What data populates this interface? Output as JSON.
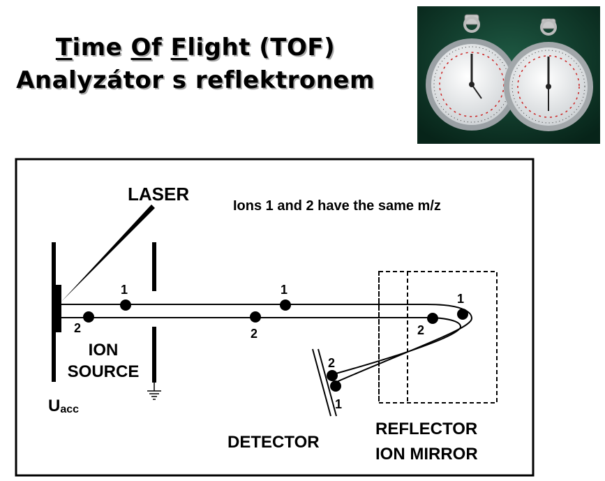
{
  "title": {
    "line1_parts": [
      "T",
      "ime ",
      "O",
      "f ",
      "F",
      "light (TOF)"
    ],
    "line2": "Analyzátor s reflektronem"
  },
  "diagram": {
    "laser_label": "LASER",
    "note": "Ions 1 and 2 have the same m/z",
    "ion_source_label_1": "ION",
    "ion_source_label_2": "SOURCE",
    "voltage_label_main": "U",
    "voltage_label_sub": "acc",
    "detector_label": "DETECTOR",
    "reflector_label_1": "REFLECTOR",
    "reflector_label_2": "ION MIRROR",
    "ion_1": "1",
    "ion_2": "2"
  },
  "colors": {
    "photo_background": "#0e3a2a",
    "dial_numbers": "#cc2222",
    "text": "#000000"
  },
  "icons": [
    "stopwatch-icon",
    "ground-icon"
  ]
}
